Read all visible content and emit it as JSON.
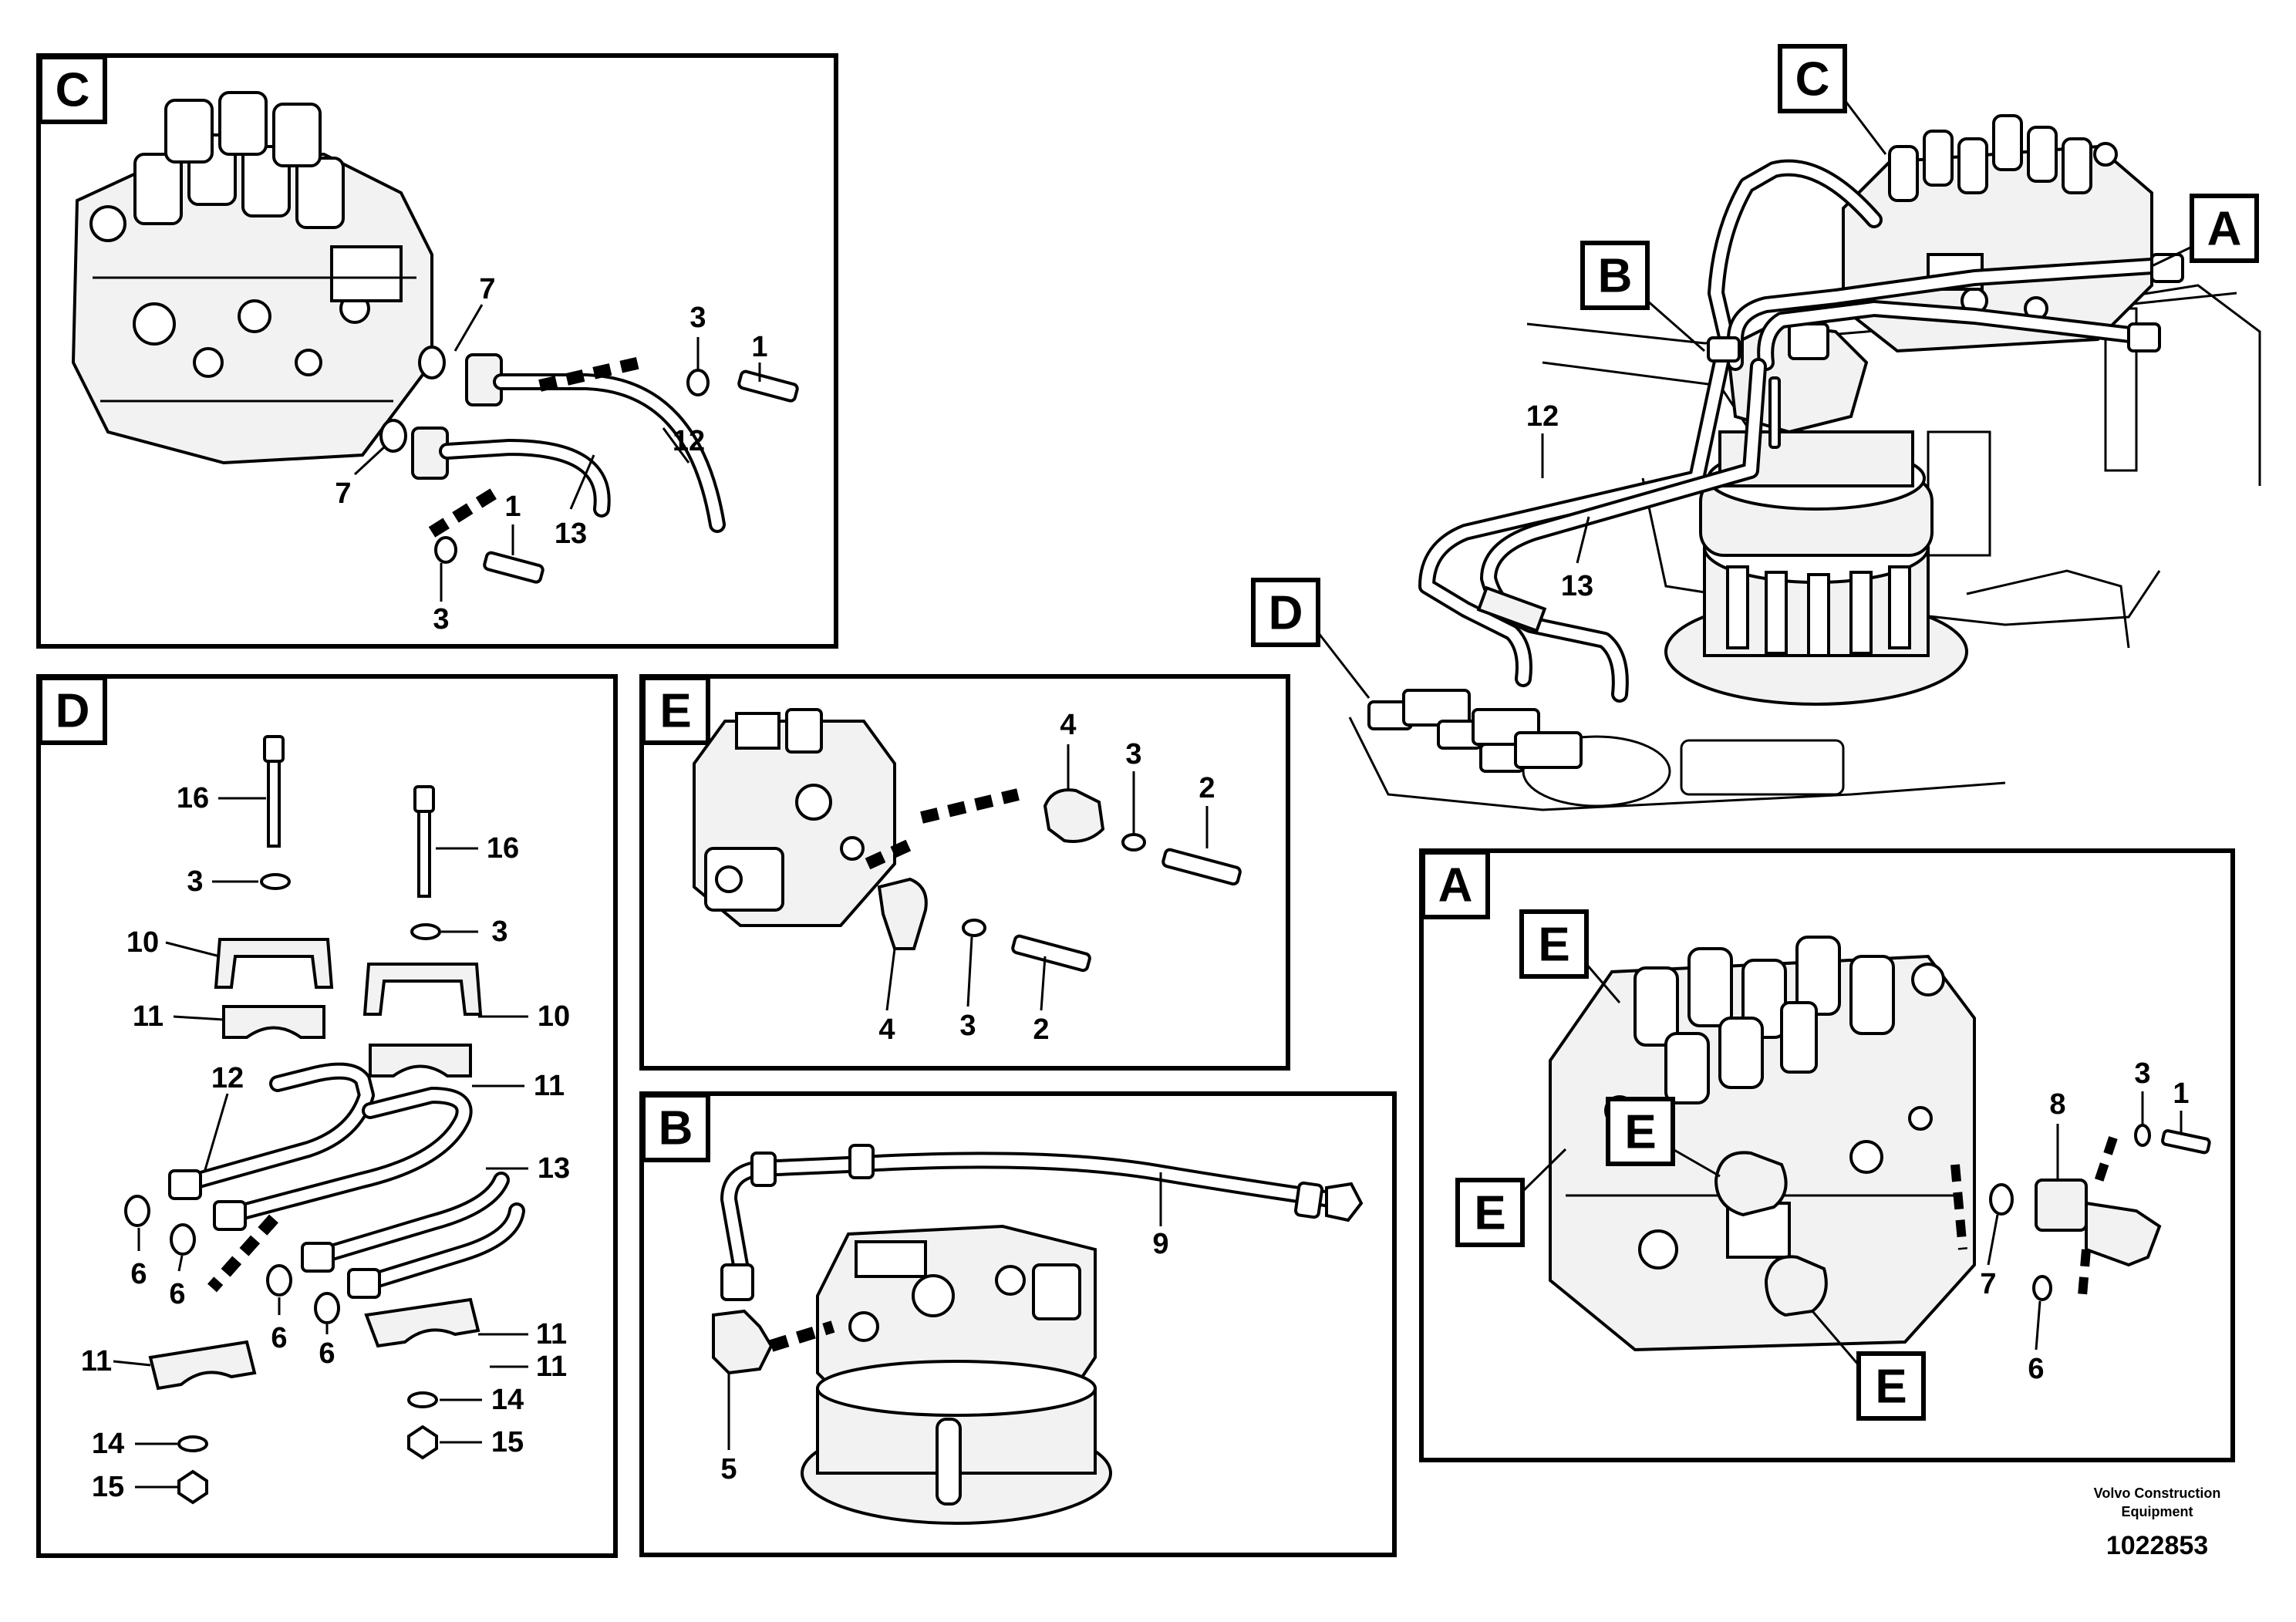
{
  "panels": {
    "C": {
      "tag": "C",
      "labels": [
        "7",
        "3",
        "1",
        "12",
        "7",
        "1",
        "13",
        "3"
      ]
    },
    "D": {
      "tag": "D",
      "labels": [
        "16",
        "16",
        "3",
        "3",
        "10",
        "10",
        "11",
        "11",
        "12",
        "11",
        "13",
        "6",
        "6",
        "6",
        "6",
        "11",
        "11",
        "14",
        "14",
        "15",
        "15"
      ]
    },
    "E": {
      "tag": "E",
      "labels": [
        "4",
        "3",
        "2",
        "4",
        "3",
        "2"
      ]
    },
    "B": {
      "tag": "B",
      "labels": [
        "9",
        "5"
      ]
    },
    "A": {
      "tag": "A",
      "labels": [
        "E",
        "E",
        "E",
        "E",
        "8",
        "3",
        "1",
        "7",
        "6"
      ]
    },
    "overview": {
      "labels": [
        "C",
        "A",
        "B",
        "12",
        "13",
        "D"
      ]
    }
  },
  "footer": {
    "company_line1": "Volvo Construction",
    "company_line2": "Equipment",
    "doc_number": "1022853"
  }
}
